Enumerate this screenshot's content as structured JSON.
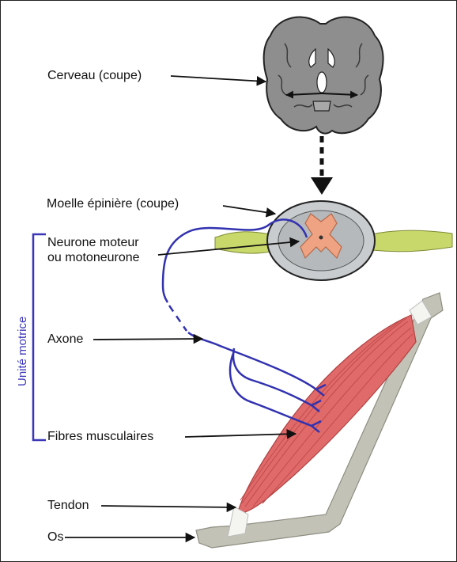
{
  "labels": {
    "brain": "Cerveau (coupe)",
    "spinal_cord": "Moelle épinière (coupe)",
    "motor_neuron_line1": "Neurone moteur",
    "motor_neuron_line2": "ou motoneurone",
    "axon": "Axone",
    "muscle_fibers": "Fibres musculaires",
    "tendon": "Tendon",
    "bone": "Os",
    "motor_unit": "Unité motrice"
  },
  "colors": {
    "brain": "#8e8e8e",
    "spinal_cord_outer": "#c8cccf",
    "grey_matter": "#f0a383",
    "nerve": "#c9d86a",
    "neuron": "#3232b0",
    "muscle": "#e06a6a",
    "bone": "#c3c2b6",
    "arrow": "#111111"
  }
}
